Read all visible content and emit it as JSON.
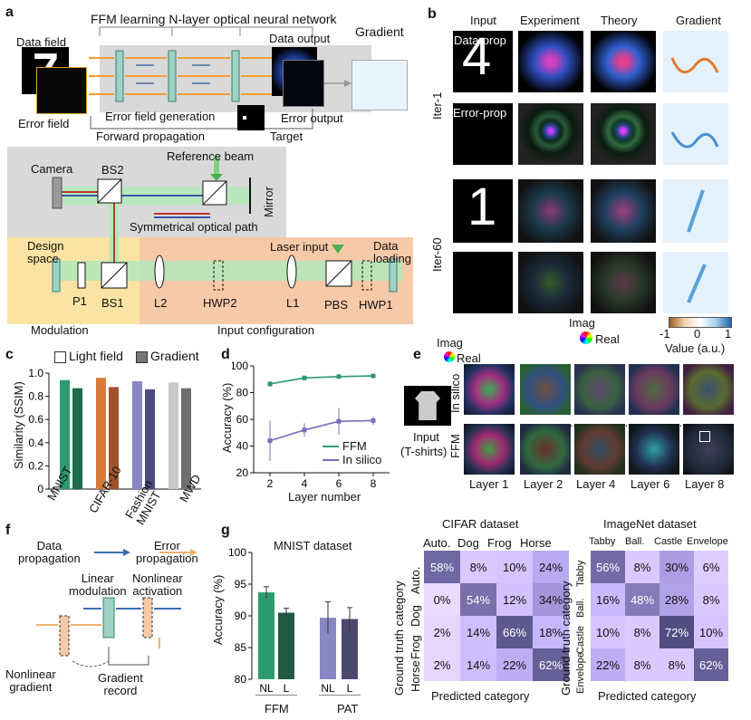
{
  "panel_a": {
    "letter": "a",
    "title": "FFM learning N-layer optical neural network",
    "gradient_label": "Gradient",
    "data_field": "Data field",
    "error_field": "Error field",
    "data_output": "Data output",
    "error_field_generation": "Error field generation",
    "error_output": "Error output",
    "forward_propagation": "Forward propagation",
    "target": "Target",
    "camera": "Camera",
    "bs2": "BS2",
    "reference_beam": "Reference beam",
    "mirror": "Mirror",
    "symmetrical_path": "Symmetrical optical path",
    "laser_input": "Laser input",
    "design_space": "Design space",
    "data_loading": "Data loading",
    "p1": "P1",
    "bs1": "BS1",
    "l2": "L2",
    "hwp2": "HWP2",
    "l1": "L1",
    "pbs": "PBS",
    "hwp1": "HWP1",
    "modulation": "Modulation",
    "input_configuration": "Input configuration"
  },
  "panel_b": {
    "letter": "b",
    "col_headers": [
      "Input",
      "Experiment",
      "Theory",
      "Gradient"
    ],
    "row_groups": [
      "Iter-1",
      "Iter-60"
    ],
    "data_prop": "Data-prop",
    "error_prop": "Error-prop",
    "imag": "Imag",
    "real": "Real",
    "colorbar_ticks": [
      "-1",
      "0",
      "1"
    ],
    "colorbar_label": "Value (a.u.)"
  },
  "panel_c": {
    "letter": "c",
    "legend": [
      "Light field",
      "Gradient"
    ],
    "ylabel": "Similarity (SSIM)",
    "yticks": [
      "1.0",
      "0.8",
      "0.6",
      "0.4",
      "0.2",
      "0"
    ],
    "categories": [
      "MNIST",
      "CIFAR-10",
      "Fashion\nMNIST",
      "MWD"
    ]
  },
  "panel_d": {
    "letter": "d",
    "ylabel": "Accuracy (%)",
    "xlabel": "Layer number",
    "yticks": [
      "100",
      "80",
      "60",
      "40",
      "20"
    ],
    "xticks": [
      "2",
      "4",
      "6",
      "8"
    ],
    "legend": [
      "FFM",
      "In silico"
    ]
  },
  "panel_e": {
    "letter": "e",
    "imag": "Imag",
    "real": "Real",
    "row_labels": [
      "In silico",
      "FFM"
    ],
    "input_label": "Input",
    "input_sub": "(T-shirts)",
    "layer_labels": [
      "Layer 1",
      "Layer 2",
      "Layer 4",
      "Layer 6",
      "Layer 8"
    ],
    "ellipsis": "..."
  },
  "panel_f": {
    "letter": "f",
    "data_propagation": "Data\npropagation",
    "error_propagation": "Error\npropagation",
    "linear_modulation": "Linear\nmodulation",
    "nonlinear_activation": "Nonlinear\nactivation",
    "nonlinear_gradient": "Nonlinear\ngradient",
    "gradient_record": "Gradient\nrecord"
  },
  "panel_g": {
    "letter": "g",
    "title": "MNIST dataset",
    "ylabel": "Accuracy (%)",
    "yticks": [
      "100",
      "95",
      "90",
      "85",
      "80"
    ],
    "bar_labels": [
      "NL",
      "L",
      "NL",
      "L"
    ],
    "group_labels": [
      "FFM",
      "PAT"
    ]
  },
  "cifar": {
    "title": "CIFAR dataset",
    "cols": [
      "Auto.",
      "Dog",
      "Frog",
      "Horse"
    ],
    "rows": [
      "Auto.",
      "Dog",
      "Frog",
      "Horse"
    ],
    "ylabel": "Ground truth category",
    "xlabel": "Predicted category",
    "cells": [
      [
        "58%",
        "8%",
        "10%",
        "24%"
      ],
      [
        "0%",
        "54%",
        "12%",
        "34%"
      ],
      [
        "2%",
        "14%",
        "66%",
        "18%"
      ],
      [
        "2%",
        "14%",
        "22%",
        "62%"
      ]
    ]
  },
  "imagenet": {
    "title": "ImageNet dataset",
    "cols": [
      "Tabby",
      "Ball.",
      "Castle",
      "Envelope"
    ],
    "rows": [
      "Tabby",
      "Ball.",
      "Castle",
      "Envelope"
    ],
    "ylabel": "Ground truth category",
    "xlabel": "Predicted category",
    "cells": [
      [
        "56%",
        "8%",
        "30%",
        "6%"
      ],
      [
        "16%",
        "48%",
        "28%",
        "8%"
      ],
      [
        "10%",
        "8%",
        "72%",
        "10%"
      ],
      [
        "22%",
        "8%",
        "8%",
        "62%"
      ]
    ]
  },
  "chart_data": [
    {
      "type": "bar",
      "panel": "c",
      "categories": [
        "MNIST",
        "CIFAR-10",
        "Fashion MNIST",
        "MWD"
      ],
      "series": [
        {
          "name": "Light field",
          "values": [
            0.94,
            0.96,
            0.93,
            0.92
          ]
        },
        {
          "name": "Gradient",
          "values": [
            0.87,
            0.88,
            0.86,
            0.87
          ]
        }
      ],
      "colors": {
        "light": [
          "#2e9a6f",
          "#d77a3a",
          "#8a86c4",
          "#c8c8c8"
        ],
        "grad": [
          "#1f6b4c",
          "#a0522d",
          "#4c4a80",
          "#6e6e6e"
        ]
      },
      "ylabel": "Similarity (SSIM)",
      "ylim": [
        0,
        1.0
      ]
    },
    {
      "type": "line",
      "panel": "d",
      "x": [
        2,
        4,
        6,
        8
      ],
      "series": [
        {
          "name": "FFM",
          "values": [
            86.5,
            91,
            92,
            92.5
          ],
          "err": [
            2,
            1,
            1,
            1
          ],
          "color": "#2e9a6f"
        },
        {
          "name": "In silico",
          "values": [
            44,
            52,
            58.5,
            59
          ],
          "err": [
            15,
            5,
            10,
            3
          ],
          "color": "#7a6fb8"
        }
      ],
      "xlabel": "Layer number",
      "ylabel": "Accuracy (%)",
      "ylim": [
        20,
        100
      ]
    },
    {
      "type": "bar",
      "panel": "g",
      "categories": [
        "NL",
        "L",
        "NL",
        "L"
      ],
      "groups": [
        "FFM",
        "FFM",
        "PAT",
        "PAT"
      ],
      "values": [
        93.7,
        90.5,
        89.7,
        89.5
      ],
      "err": [
        0.9,
        0.7,
        2.5,
        1.8
      ],
      "colors": [
        "#2e9a6f",
        "#1f5a44",
        "#8a86c4",
        "#4a4a6e"
      ],
      "title": "MNIST dataset",
      "ylabel": "Accuracy (%)",
      "ylim": [
        80,
        100
      ]
    }
  ]
}
